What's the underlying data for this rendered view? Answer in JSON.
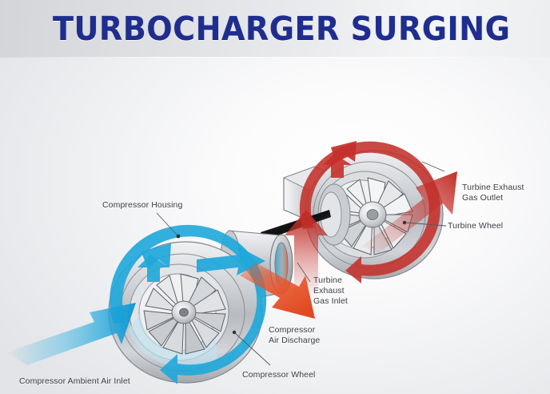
{
  "title": {
    "text": "TURBOCHARGER SURGING",
    "color": "#1e2d8e"
  },
  "diagram": {
    "alt": "Cutaway illustration of a turbocharger showing compressor side and turbine side airflow",
    "labels": {
      "compressor_housing": "Compressor Housing",
      "turbine_exhaust_gas_outlet": "Turbine Exhaust\nGas Outlet",
      "turbine_wheel": "Turbine Wheel",
      "turbine_exhaust_gas_inlet": "Turbine\nExhaust\nGas Inlet",
      "compressor_air_discharge": "Compressor\nAir Discharge",
      "compressor_wheel": "Compressor Wheel",
      "compressor_ambient_air_inlet": "Compressor Ambient Air Inlet"
    },
    "colors": {
      "background_light": "#f4f5f6",
      "background_gray": "#d4d6da",
      "intake_blue": "#1ea7da",
      "intake_blue_dark": "#0d8cc4",
      "exhaust_red": "#c4302a",
      "exhaust_red_dark": "#a5241f",
      "discharge_orange": "#e8542a",
      "metal_light": "#e9eaec",
      "metal_mid": "#b9bcc1",
      "metal_dark": "#8a8d93",
      "shaft_black": "#1b1b1d",
      "leader_line": "#55585c"
    },
    "flow_arrows": [
      {
        "name": "compressor-ambient-air-inlet-arrow",
        "color": "#1ea7da",
        "direction": "up-right"
      },
      {
        "name": "compressor-circulation-arrow",
        "color": "#1ea7da",
        "direction": "clockwise"
      },
      {
        "name": "compressor-air-discharge-arrow",
        "color": "#e8542a",
        "direction": "down-right"
      },
      {
        "name": "turbine-exhaust-gas-inlet-arrow",
        "color": "#c4302a",
        "direction": "up"
      },
      {
        "name": "turbine-circulation-arrow",
        "color": "#c4302a",
        "direction": "clockwise"
      },
      {
        "name": "turbine-exhaust-gas-outlet-arrow",
        "color": "#c4302a",
        "direction": "up-right"
      }
    ]
  }
}
